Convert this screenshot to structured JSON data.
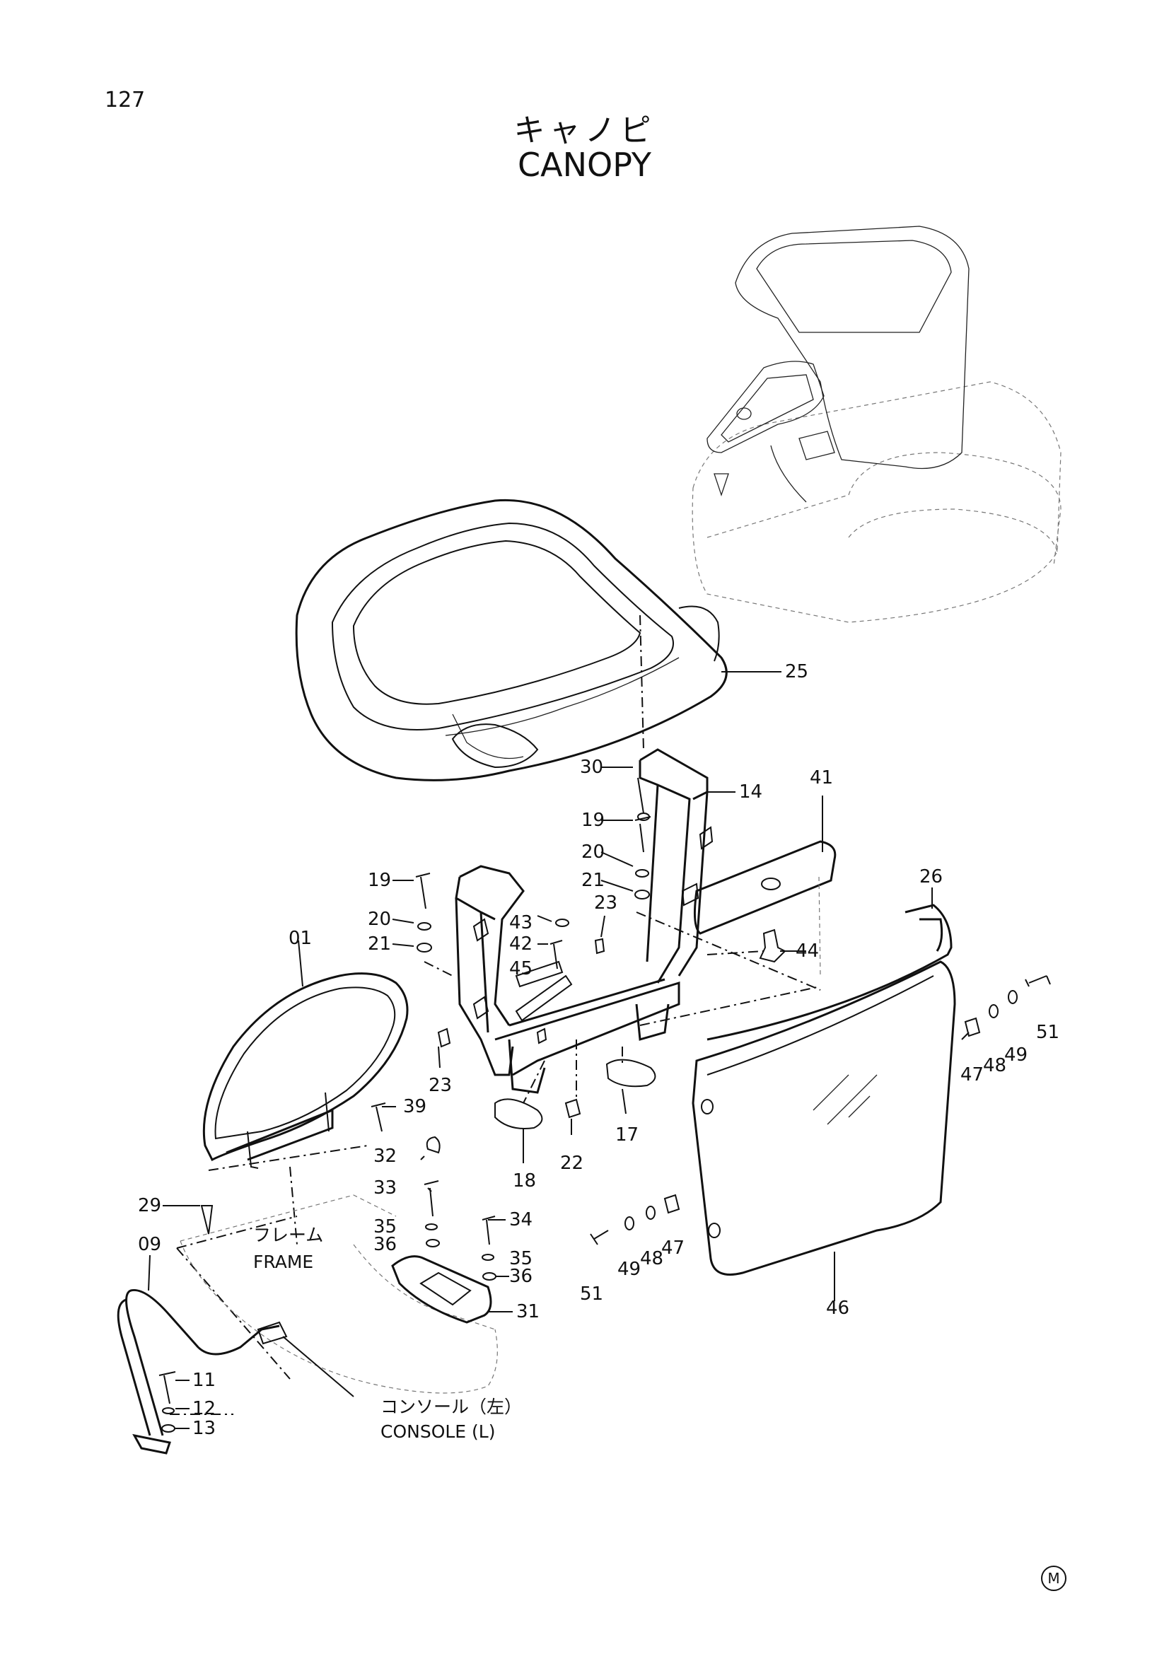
{
  "page": {
    "number": "127",
    "title_jp": "キャノピ",
    "title_en": "CANOPY",
    "mark": "M"
  },
  "annotations": {
    "frame_jp": "フレーム",
    "frame_en": "FRAME",
    "console_jp": "コンソール（左）",
    "console_en": "CONSOLE (L)"
  },
  "callouts": {
    "p01": "01",
    "p09": "09",
    "p11": "11",
    "p12": "12",
    "p13": "13",
    "p14": "14",
    "p17": "17",
    "p18": "18",
    "p19a": "19",
    "p19b": "19",
    "p20a": "20",
    "p20b": "20",
    "p21a": "21",
    "p21b": "21",
    "p22": "22",
    "p23a": "23",
    "p23b": "23",
    "p25": "25",
    "p26": "26",
    "p29": "29",
    "p30": "30",
    "p31": "31",
    "p32": "32",
    "p33": "33",
    "p34": "34",
    "p35a": "35",
    "p35b": "35",
    "p36a": "36",
    "p36b": "36",
    "p39": "39",
    "p41": "41",
    "p42": "42",
    "p43": "43",
    "p44": "44",
    "p45": "45",
    "p46": "46",
    "p47a": "47",
    "p47b": "47",
    "p48a": "48",
    "p48b": "48",
    "p49a": "49",
    "p49b": "49",
    "p51a": "51",
    "p51b": "51"
  }
}
